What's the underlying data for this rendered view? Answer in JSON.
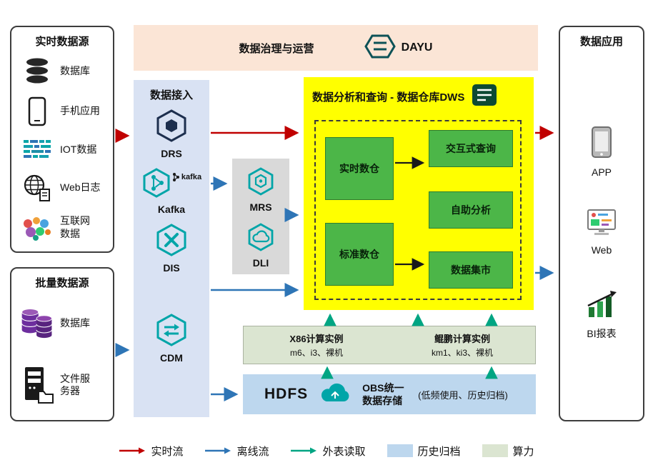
{
  "realtime_sources": {
    "title": "实时数据源",
    "items": [
      {
        "icon": "database-icon",
        "label": "数据库"
      },
      {
        "icon": "mobile-phone-icon",
        "label": "手机应用"
      },
      {
        "icon": "iot-icon",
        "label": "IOT数据"
      },
      {
        "icon": "globe-log-icon",
        "label": "Web日志"
      },
      {
        "icon": "internet-data-icon",
        "label": "互联网数据"
      }
    ]
  },
  "batch_sources": {
    "title": "批量数据源",
    "items": [
      {
        "icon": "database-cluster-icon",
        "label": "数据库"
      },
      {
        "icon": "file-server-icon",
        "label": "文件服务器"
      }
    ]
  },
  "governance": {
    "title": "数据治理与运营",
    "product": "DAYU"
  },
  "ingestion": {
    "title": "数据接入",
    "services": [
      "DRS",
      "Kafka",
      "DIS",
      "CDM"
    ],
    "kafka_wordmark": "kafka"
  },
  "processing": {
    "services": [
      "MRS",
      "DLI"
    ]
  },
  "dws": {
    "title": "数据分析和查询 - 数据仓库DWS",
    "warehouses": [
      "实时数仓",
      "标准数仓"
    ],
    "capabilities": [
      "交互式查询",
      "自助分析",
      "数据集市"
    ]
  },
  "compute": {
    "x86_title": "X86计算实例",
    "x86_models": "m6、i3、裸机",
    "kunpeng_title": "鲲鹏计算实例",
    "kunpeng_models": "km1、ki3、裸机"
  },
  "storage": {
    "hdfs": "HDFS",
    "obs": "OBS统一数据存储",
    "obs_note": "(低频使用、历史归档)"
  },
  "applications": {
    "title": "数据应用",
    "items": [
      {
        "icon": "app-phone-icon",
        "label": "APP"
      },
      {
        "icon": "web-monitor-icon",
        "label": "Web"
      },
      {
        "icon": "bi-chart-icon",
        "label": "BI报表"
      }
    ]
  },
  "legend": [
    {
      "type": "arrow",
      "color": "#c00000",
      "label": "实时流"
    },
    {
      "type": "arrow",
      "color": "#2e75b6",
      "label": "离线流"
    },
    {
      "type": "arrow",
      "color": "#00a583",
      "label": "外表读取"
    },
    {
      "type": "swatch",
      "color": "#bdd7ee",
      "label": "历史归档"
    },
    {
      "type": "swatch",
      "color": "#dbe5d1",
      "label": "算力"
    }
  ],
  "colors": {
    "realtime_flow": "#c00000",
    "offline_flow": "#2e75b6",
    "external_read": "#00a583",
    "dws_background": "#ffff00",
    "green_box": "#4cb648",
    "governance_background": "#fbe5d6",
    "ingestion_background": "#d9e2f3",
    "processing_background": "#d9d9d9",
    "archive_background": "#bdd7ee",
    "compute_background": "#dbe5d1",
    "service_teal": "#00a5a8"
  }
}
